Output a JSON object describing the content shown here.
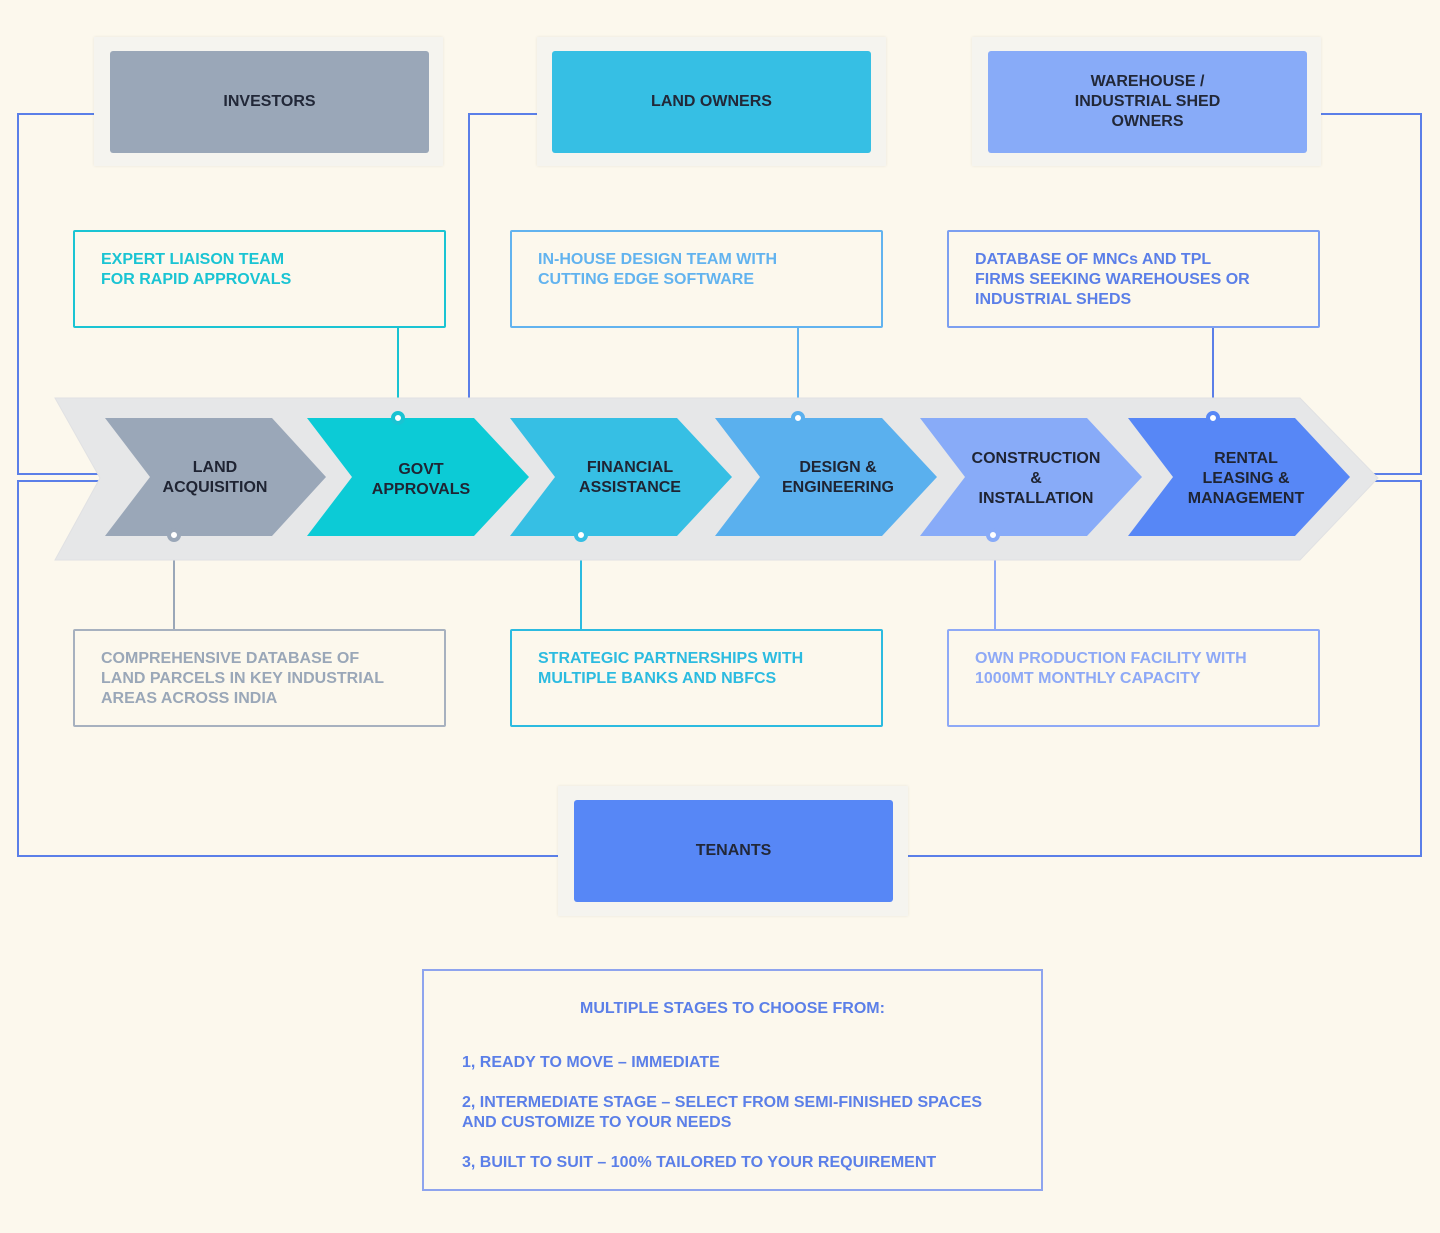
{
  "stakeholders": {
    "investors": "INVESTORS",
    "land_owners": "LAND OWNERS",
    "warehouse_owners": "WAREHOUSE /\nINDUSTRIAL SHED\nOWNERS",
    "tenants": "TENANTS"
  },
  "stages": [
    {
      "label": "LAND\nACQUISITION",
      "color": "#9aa7b8"
    },
    {
      "label": "GOVT\nAPPROVALS",
      "color": "#0ccbd6"
    },
    {
      "label": "FINANCIAL\nASSISTANCE",
      "color": "#36bfe4"
    },
    {
      "label": "DESIGN &\nENGINEERING",
      "color": "#5ab0ee"
    },
    {
      "label": "CONSTRUCTION\n&\nINSTALLATION",
      "color": "#88abf8"
    },
    {
      "label": "RENTAL\nLEASING &\nMANAGEMENT",
      "color": "#5787f6"
    }
  ],
  "notes_top": [
    {
      "text": "EXPERT LIAISON TEAM\nFOR RAPID APPROVALS",
      "color": "#1ac4d3"
    },
    {
      "text": "IN-HOUSE DESIGN TEAM WITH\nCUTTING EDGE SOFTWARE",
      "color": "#62b3ef"
    },
    {
      "text": "DATABASE OF MNCs AND TPL\nFIRMS SEEKING WAREHOUSES OR\nINDUSTRIAL SHEDS",
      "color": "#5b7fe8"
    }
  ],
  "notes_bottom": [
    {
      "text": "COMPREHENSIVE DATABASE OF\nLAND PARCELS IN KEY INDUSTRIAL\nAREAS ACROSS INDIA",
      "color": "#9aa7b8"
    },
    {
      "text": "STRATEGIC PARTNERSHIPS WITH\nMULTIPLE BANKS AND NBFCS",
      "color": "#2cbbe0"
    },
    {
      "text": "OWN PRODUCTION FACILITY WITH\n1000MT MONTHLY CAPACITY",
      "color": "#8ea9f6"
    }
  ],
  "stages_box": {
    "heading": "MULTIPLE STAGES TO CHOOSE FROM:",
    "options": [
      "1, READY TO MOVE – IMMEDIATE",
      "2, INTERMEDIATE STAGE – SELECT FROM SEMI-FINISHED SPACES\nAND CUSTOMIZE TO YOUR NEEDS",
      "3, BUILT TO SUIT – 100% TAILORED TO YOUR REQUIREMENT"
    ]
  },
  "colors": {
    "background": "#fcf8ed",
    "connector": "#5b7fe8",
    "band": "#e6e7e8"
  }
}
